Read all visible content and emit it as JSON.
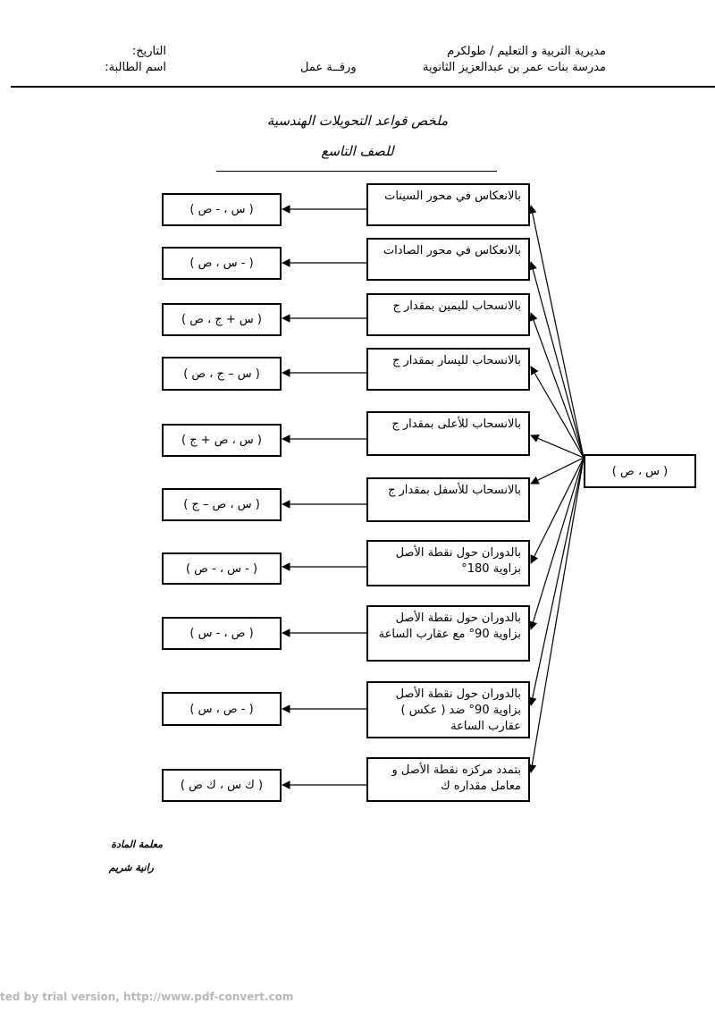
{
  "header": {
    "directorate": "مديرية التربية و التعليم / طولكرم",
    "school": "مدرسة بنات عمر بن عبدالعزيز الثانوية",
    "worksheet": "ورقــة عمل",
    "date_label": "التاريخ:",
    "student_label": "اسم الطالبة:"
  },
  "title": {
    "main": "ملخص قواعد التحويلات الهندسية",
    "grade": "للصف التاسع"
  },
  "source": {
    "label": "( س ، ص )"
  },
  "transformations": [
    {
      "rule": "بالانعكاس في محور السينات",
      "result": "( س ، - ص )"
    },
    {
      "rule": "بالانعكاس في محور الصادات",
      "result": "( - س ، ص )"
    },
    {
      "rule": "بالانسحاب لليمين بمقدار ج",
      "result": "( س + ج ، ص )"
    },
    {
      "rule": "بالانسحاب لليسار بمقدار ج",
      "result": "( س – ج ، ص )"
    },
    {
      "rule": "بالانسحاب للأعلى بمقدار ج",
      "result": "( س ، ص + ج )"
    },
    {
      "rule": "بالانسحاب للأسفل بمقدار ج",
      "result": "( س ، ص – ج )"
    },
    {
      "rule": "بالدوران حول نقطة الأصل بزاوية 180°",
      "result": "( - س ، - ص )"
    },
    {
      "rule": "بالدوران حول نقطة الأصل بزاوية 90° مع عقارب الساعة",
      "result": "( ص ، - س )"
    },
    {
      "rule": "بالدوران حول نقطة الأصل بزاوية 90° ضد ( عكس ) عقارب الساعة",
      "result": "( - ص ، س )"
    },
    {
      "rule": "بتمدد مركزه نقطة الأصل و معامل مقداره ك",
      "result": "( ك س ، ك ص )"
    }
  ],
  "footer": {
    "teacher_label": "معلمة المادة",
    "teacher_name": "رانية شريم",
    "watermark": "ted by trial version, http://www.pdf-convert.com"
  }
}
